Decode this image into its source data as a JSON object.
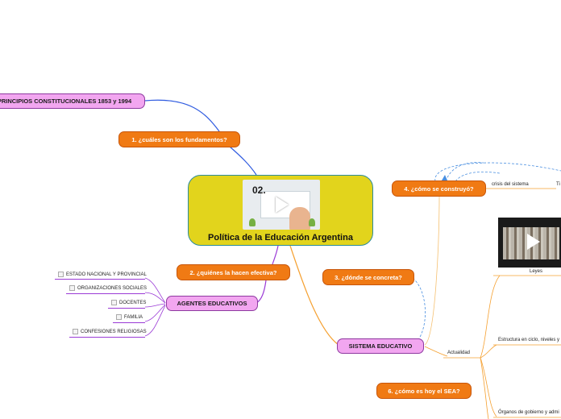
{
  "central": {
    "title": "Política de la Educación Argentina",
    "thumbnail_number": "02."
  },
  "nodes": {
    "principios": "PRINCIPIOS CONSTITUCIONALES 1853 y 1994",
    "fundamentos": "1. ¿cuáles son los fundamentos?",
    "quienes": "2. ¿quiénes la hacen efectiva?",
    "agentes": "AGENTES EDUCATIVOS",
    "donde": "3. ¿dónde se concreta?",
    "como_construyo": "4. ¿cómo se construyó?",
    "sistema": "SISTEMA EDUCATIVO",
    "sea": "6. ¿cómo es hoy el SEA?"
  },
  "agentes_items": [
    "ESTADO NACIONAL Y PROVINCIAL",
    "ORGANIZACIONES SOCIALES",
    "DOCENTES",
    "FAMILIA",
    "CONFESIONES RELIGIOSAS"
  ],
  "branch_labels": {
    "crisis": "crisis del sistema",
    "ti": "Ti",
    "actualidad": "Actualidad",
    "leyes": "Leyes",
    "estructura": "Estructura en ciclo, niveles y",
    "organos": "Órganos de gobierno y admi"
  },
  "colors": {
    "central_fill": "#e2d41c",
    "orange_node": "#f07a14",
    "pink_node": "#f2a6f0",
    "blue_line": "#2f5be0",
    "purple_line": "#9b3bd6",
    "orange_line": "#f5a030",
    "dashed_blue": "#4a8fe0"
  }
}
